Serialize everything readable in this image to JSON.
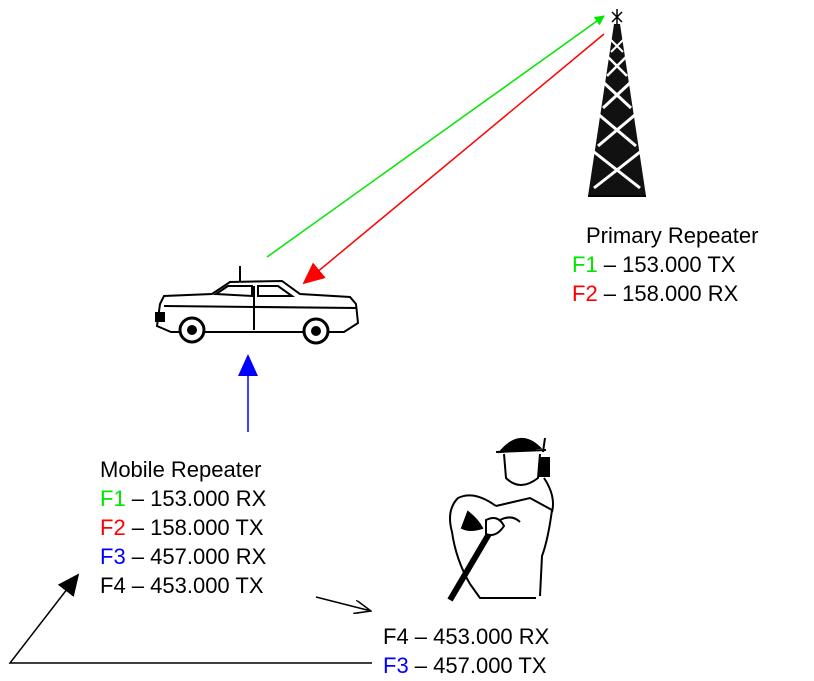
{
  "colors": {
    "green": "#00e600",
    "red": "#ff0000",
    "blue": "#0000ff",
    "black": "#000000"
  },
  "icons": {
    "tower": "radio-tower-icon",
    "car": "car-icon",
    "person": "person-with-radio-icon"
  },
  "primary": {
    "title": "Primary Repeater",
    "rows": [
      {
        "code": "F1",
        "text": " – 153.000 TX"
      },
      {
        "code": "F2",
        "text": " – 158.000 RX"
      }
    ]
  },
  "mobile": {
    "title": "Mobile Repeater",
    "rows": [
      {
        "code": "F1",
        "text": " – 153.000 RX"
      },
      {
        "code": "F2",
        "text": " – 158.000 TX"
      },
      {
        "code": "F3",
        "text": " – 457.000 RX"
      },
      {
        "code": "F4",
        "text": " – 453.000 TX"
      }
    ]
  },
  "portable": {
    "rows": [
      {
        "code": "F4",
        "text": " – 453.000 RX"
      },
      {
        "code": "F3",
        "text": " – 457.000 TX"
      }
    ]
  }
}
